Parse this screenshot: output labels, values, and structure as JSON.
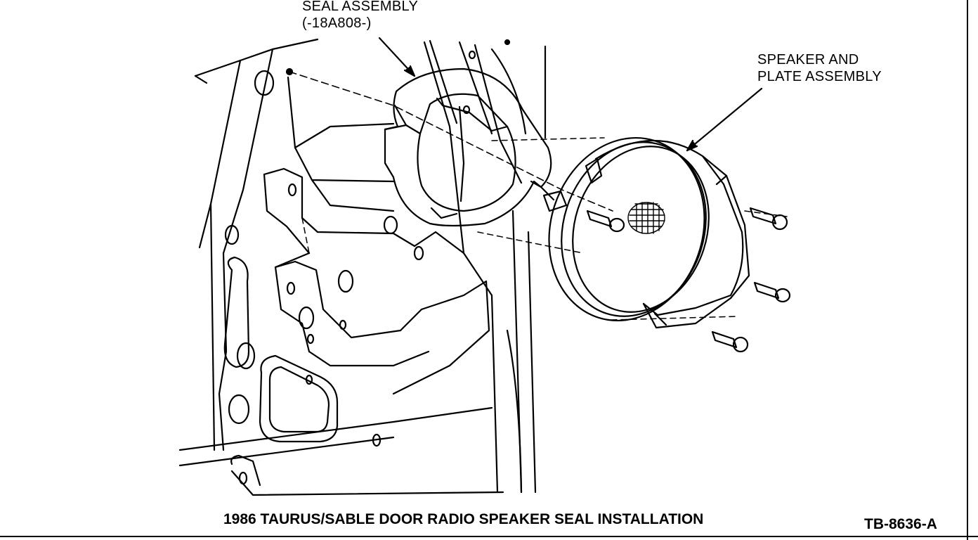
{
  "labels": {
    "seal_line1": "SEAL ASSEMBLY",
    "seal_line2": "(-18A808-)",
    "speaker_line1": "SPEAKER AND",
    "speaker_line2": "PLATE ASSEMBLY"
  },
  "caption": "1986 TAURUS/SABLE DOOR RADIO SPEAKER SEAL INSTALLATION",
  "figure_id": "TB-8636-A",
  "parts": [
    "door-inner-panel",
    "seal-assembly",
    "speaker-and-plate-assembly",
    "screws"
  ],
  "colors": {
    "ink": "#000000",
    "paper": "#ffffff"
  }
}
